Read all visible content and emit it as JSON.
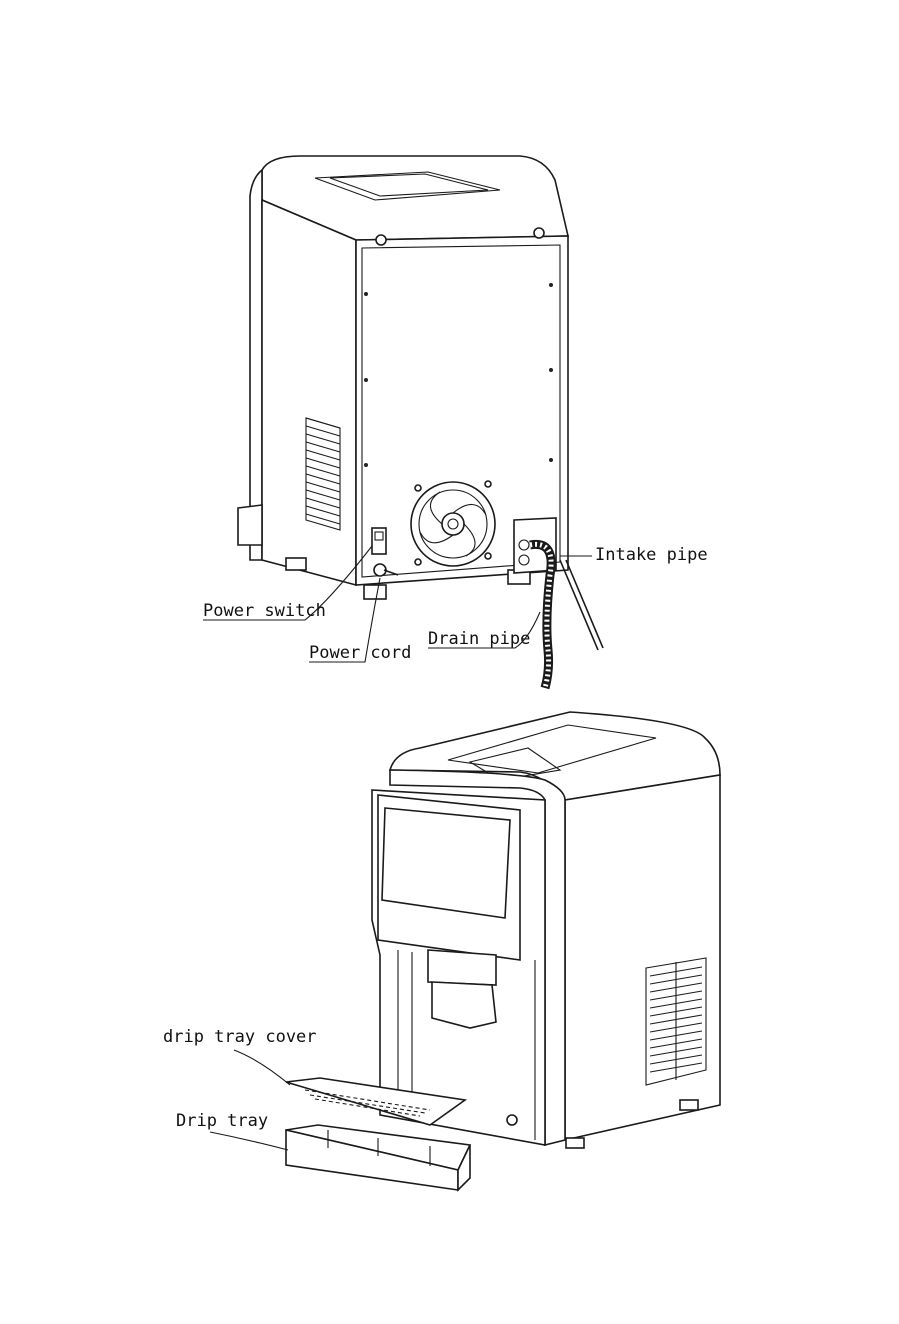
{
  "diagram_top": {
    "labels": {
      "intake_pipe": "Intake pipe",
      "power_switch": "Power switch",
      "drain_pipe": "Drain pipe",
      "power_cord": "Power cord"
    }
  },
  "diagram_bottom": {
    "labels": {
      "drip_tray_cover": "drip tray cover",
      "drip_tray": "Drip tray"
    }
  }
}
